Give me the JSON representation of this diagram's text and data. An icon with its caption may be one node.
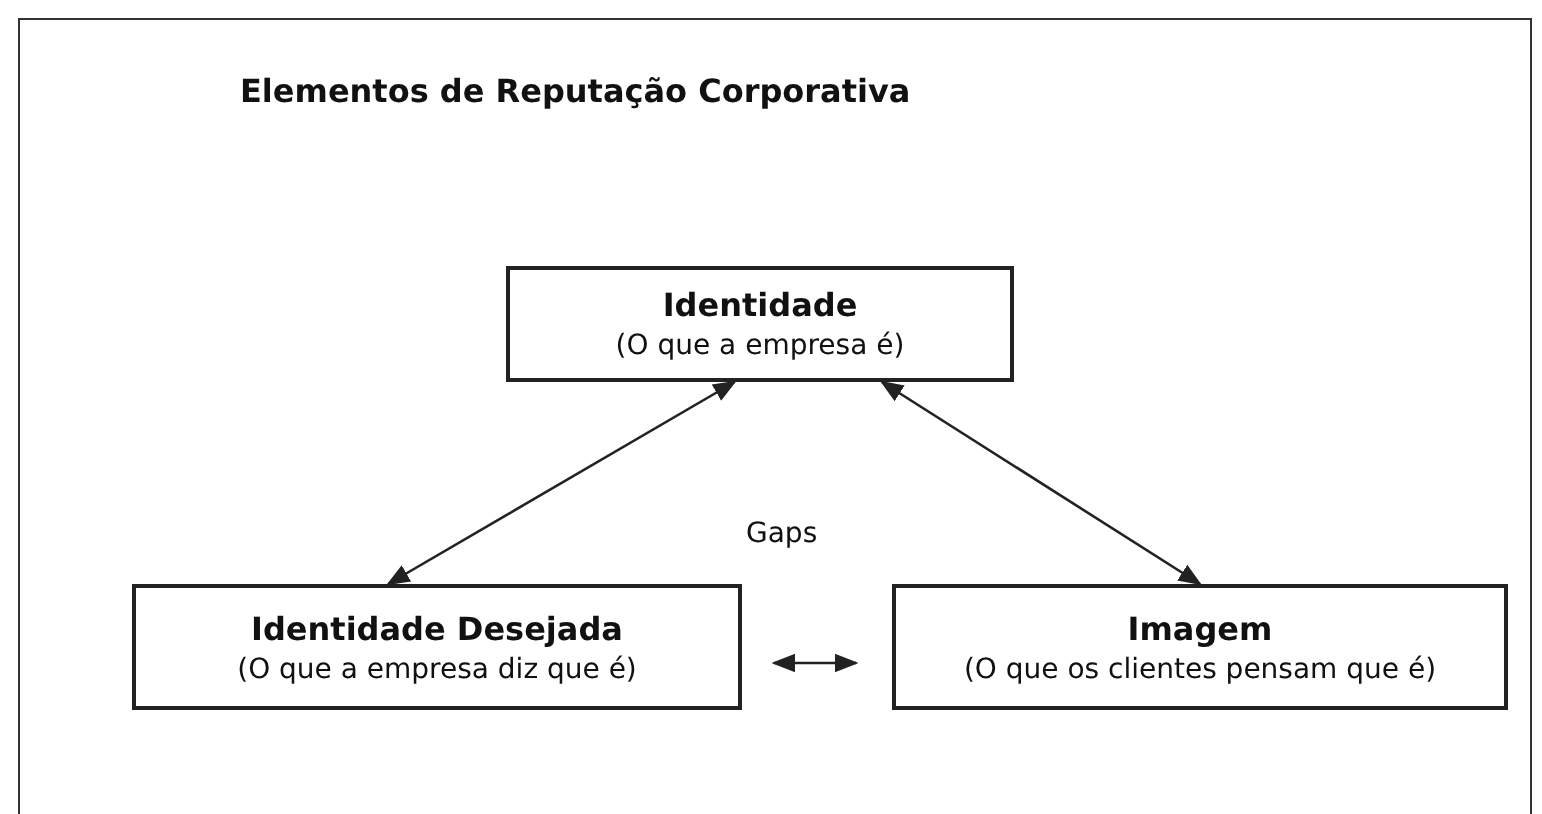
{
  "diagram": {
    "title": "Elementos de Reputação Corporativa",
    "nodes": [
      {
        "text": [
          "Identidade",
          "(O que a empresa é)"
        ]
      },
      {
        "text": [
          "Identidade Desejada",
          "(O que a empresa diz que é)"
        ]
      },
      {
        "text": [
          "Imagem",
          "(O que os clientes pensam que é)"
        ]
      }
    ],
    "edges": [
      {
        "from": 0,
        "to": 1,
        "arrow": "both"
      },
      {
        "from": 0,
        "to": 2,
        "arrow": "both"
      },
      {
        "from": 1,
        "to": 2,
        "arrow": "both"
      }
    ],
    "labels": [
      "Gaps"
    ]
  }
}
